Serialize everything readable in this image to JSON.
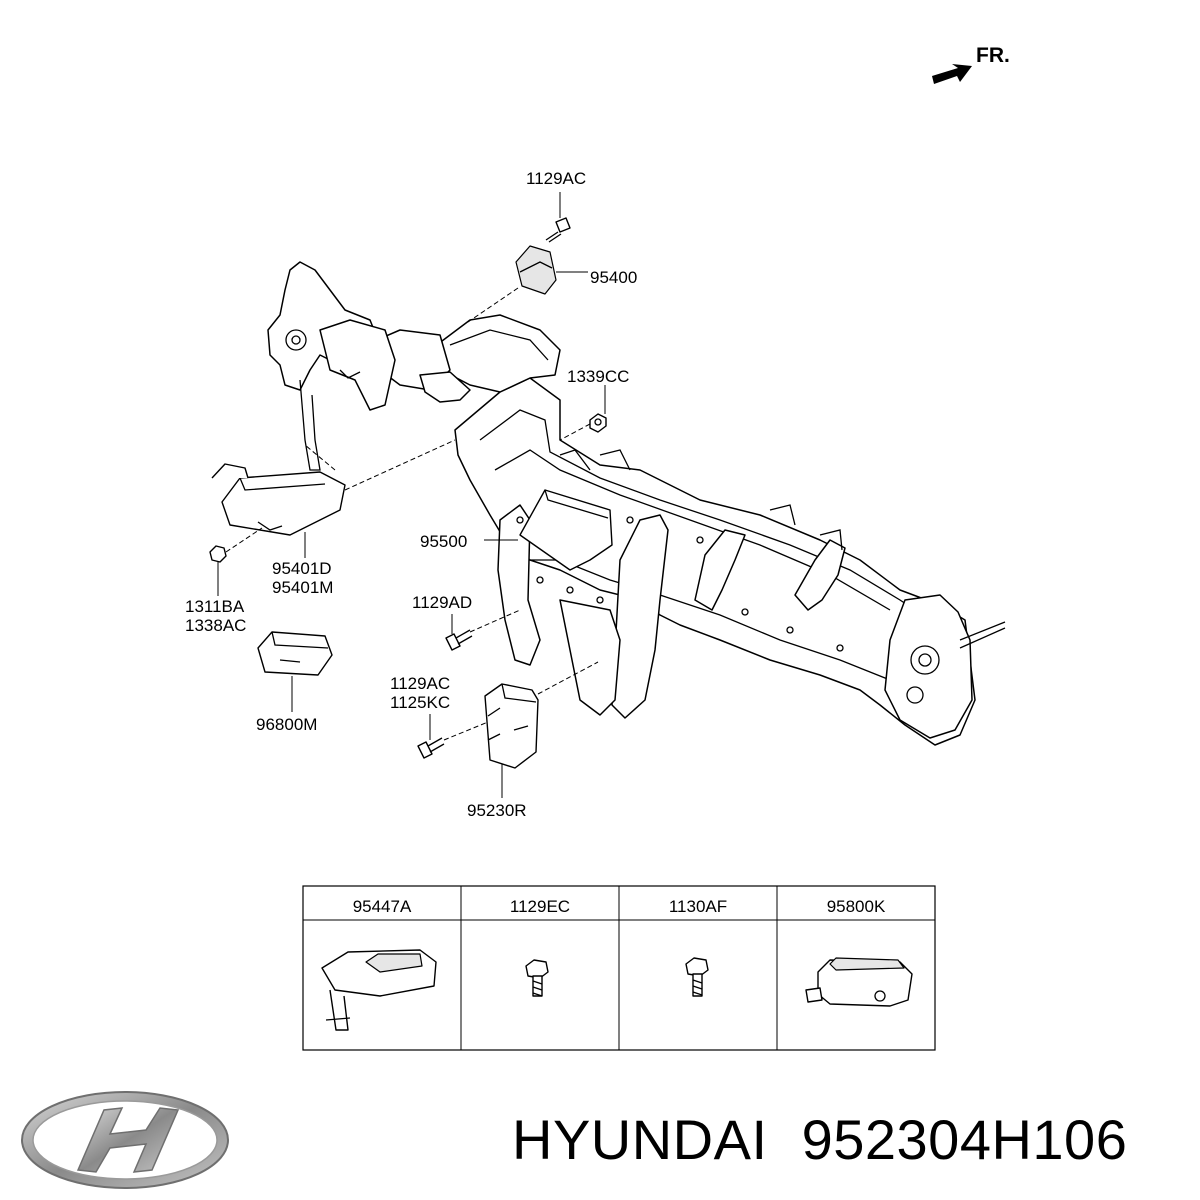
{
  "orientation": {
    "label": "FR.",
    "icon": "direction-arrow-icon"
  },
  "callouts": {
    "c_1129ac_top": "1129AC",
    "c_95400": "95400",
    "c_1339cc": "1339CC",
    "c_95500": "95500",
    "c_95401d": "95401D",
    "c_95401m": "95401M",
    "c_1311ba": "1311BA",
    "c_1338ac": "1338AC",
    "c_1129ad": "1129AD",
    "c_96800m": "96800M",
    "c_1129ac_low": "1129AC",
    "c_1125kc": "1125KC",
    "c_95230r": "95230R"
  },
  "parts_table": {
    "columns": [
      "95447A",
      "1129EC",
      "1130AF",
      "95800K"
    ],
    "icons": [
      "module-bracket-icon",
      "bolt-icon",
      "bolt-icon",
      "sensor-module-icon"
    ]
  },
  "brand": {
    "name": "HYUNDAI",
    "part_number": "952304H106",
    "logo_icon": "hyundai-logo-icon"
  },
  "colors": {
    "line": "#000000",
    "background": "#ffffff",
    "logo_silver": "#9a9a9a"
  }
}
